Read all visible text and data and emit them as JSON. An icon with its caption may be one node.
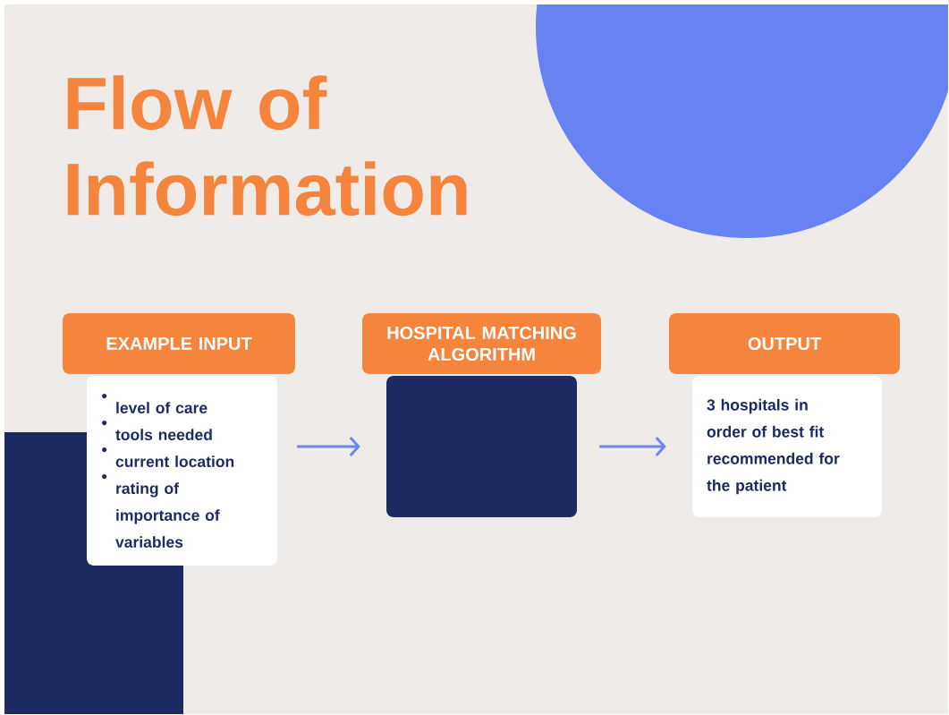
{
  "diagram": {
    "title": "Flow of Information",
    "nodes": [
      {
        "text": [
          "EXAMPLE INPUT"
        ]
      },
      {
        "text": [
          "level of care",
          "tools needed",
          "current location",
          "rating of importance of variables"
        ]
      },
      {
        "text": [
          "HOSPITAL MATCHING ALGORITHM"
        ]
      },
      {
        "text": [],
        "shape": "box"
      },
      {
        "text": [
          "OUTPUT"
        ]
      },
      {
        "text": [
          "3 hospitals in order of best fit recommended for the patient"
        ]
      }
    ],
    "edges": [
      {
        "from": 1,
        "to": 3,
        "arrow": "to"
      },
      {
        "from": 3,
        "to": 5,
        "arrow": "to"
      }
    ]
  }
}
